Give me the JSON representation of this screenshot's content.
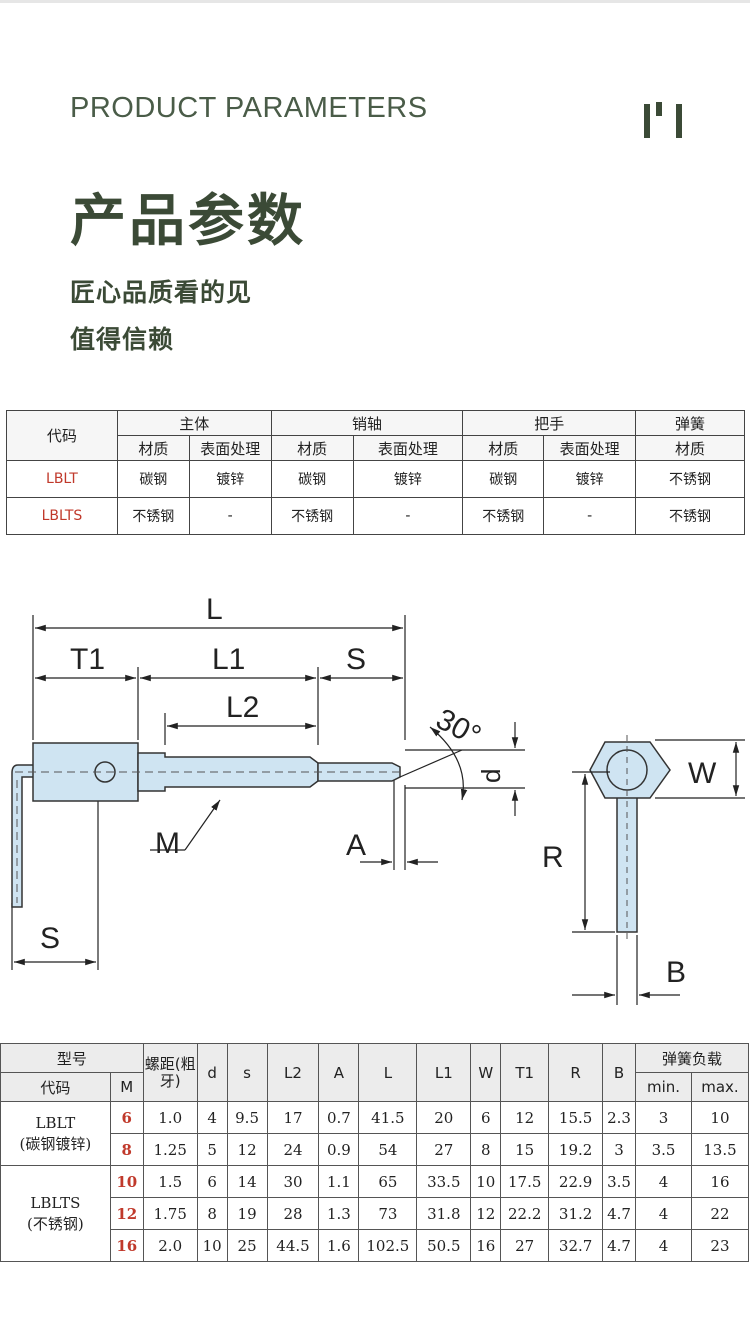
{
  "header": {
    "en_title": "PRODUCT PARAMETERS",
    "cn_title": "产品参数",
    "tagline_1": "匠心品质看的见",
    "tagline_2": "值得信赖"
  },
  "materials": {
    "code_header": "代码",
    "groups": [
      "主体",
      "销轴",
      "把手",
      "弹簧"
    ],
    "sub_headers": [
      "材质",
      "表面处理",
      "材质",
      "表面处理",
      "材质",
      "表面处理",
      "材质"
    ],
    "rows": [
      {
        "code": "LBLT",
        "cells": [
          "碳钢",
          "镀锌",
          "碳钢",
          "镀锌",
          "碳钢",
          "镀锌",
          "不锈钢"
        ]
      },
      {
        "code": "LBLTS",
        "cells": [
          "不锈钢",
          "-",
          "不锈钢",
          "-",
          "不锈钢",
          "-",
          "不锈钢"
        ]
      }
    ]
  },
  "diagram": {
    "labels": {
      "L": "L",
      "T1": "T1",
      "L1": "L1",
      "S": "S",
      "L2": "L2",
      "angle": "30°",
      "d": "d",
      "M": "M",
      "A": "A",
      "S2": "S",
      "W": "W",
      "R": "R",
      "B": "B"
    },
    "colors": {
      "part": "#cfe4f2",
      "outline": "#333333"
    }
  },
  "specs": {
    "headers": {
      "model": "型号",
      "code": "代码",
      "m": "M",
      "pitch": "螺距(粗牙)",
      "d": "d",
      "s": "s",
      "L2": "L2",
      "A": "A",
      "L": "L",
      "L1": "L1",
      "W": "W",
      "T1": "T1",
      "R": "R",
      "B": "B",
      "spring": "弹簧负载",
      "min": "min.",
      "max": "max."
    },
    "groups": [
      {
        "code": "LBLT",
        "note": "(碳钢镀锌)"
      },
      {
        "code": "LBLTS",
        "note": "(不锈钢)"
      }
    ],
    "rows": [
      [
        "6",
        "1.0",
        "4",
        "9.5",
        "17",
        "0.7",
        "41.5",
        "20",
        "6",
        "12",
        "15.5",
        "2.3",
        "3",
        "10"
      ],
      [
        "8",
        "1.25",
        "5",
        "12",
        "24",
        "0.9",
        "54",
        "27",
        "8",
        "15",
        "19.2",
        "3",
        "3.5",
        "13.5"
      ],
      [
        "10",
        "1.5",
        "6",
        "14",
        "30",
        "1.1",
        "65",
        "33.5",
        "10",
        "17.5",
        "22.9",
        "3.5",
        "4",
        "16"
      ],
      [
        "12",
        "1.75",
        "8",
        "19",
        "28",
        "1.3",
        "73",
        "31.8",
        "12",
        "22.2",
        "31.2",
        "4.7",
        "4",
        "22"
      ],
      [
        "16",
        "2.0",
        "10",
        "25",
        "44.5",
        "1.6",
        "102.5",
        "50.5",
        "16",
        "27",
        "32.7",
        "4.7",
        "4",
        "23"
      ]
    ]
  }
}
